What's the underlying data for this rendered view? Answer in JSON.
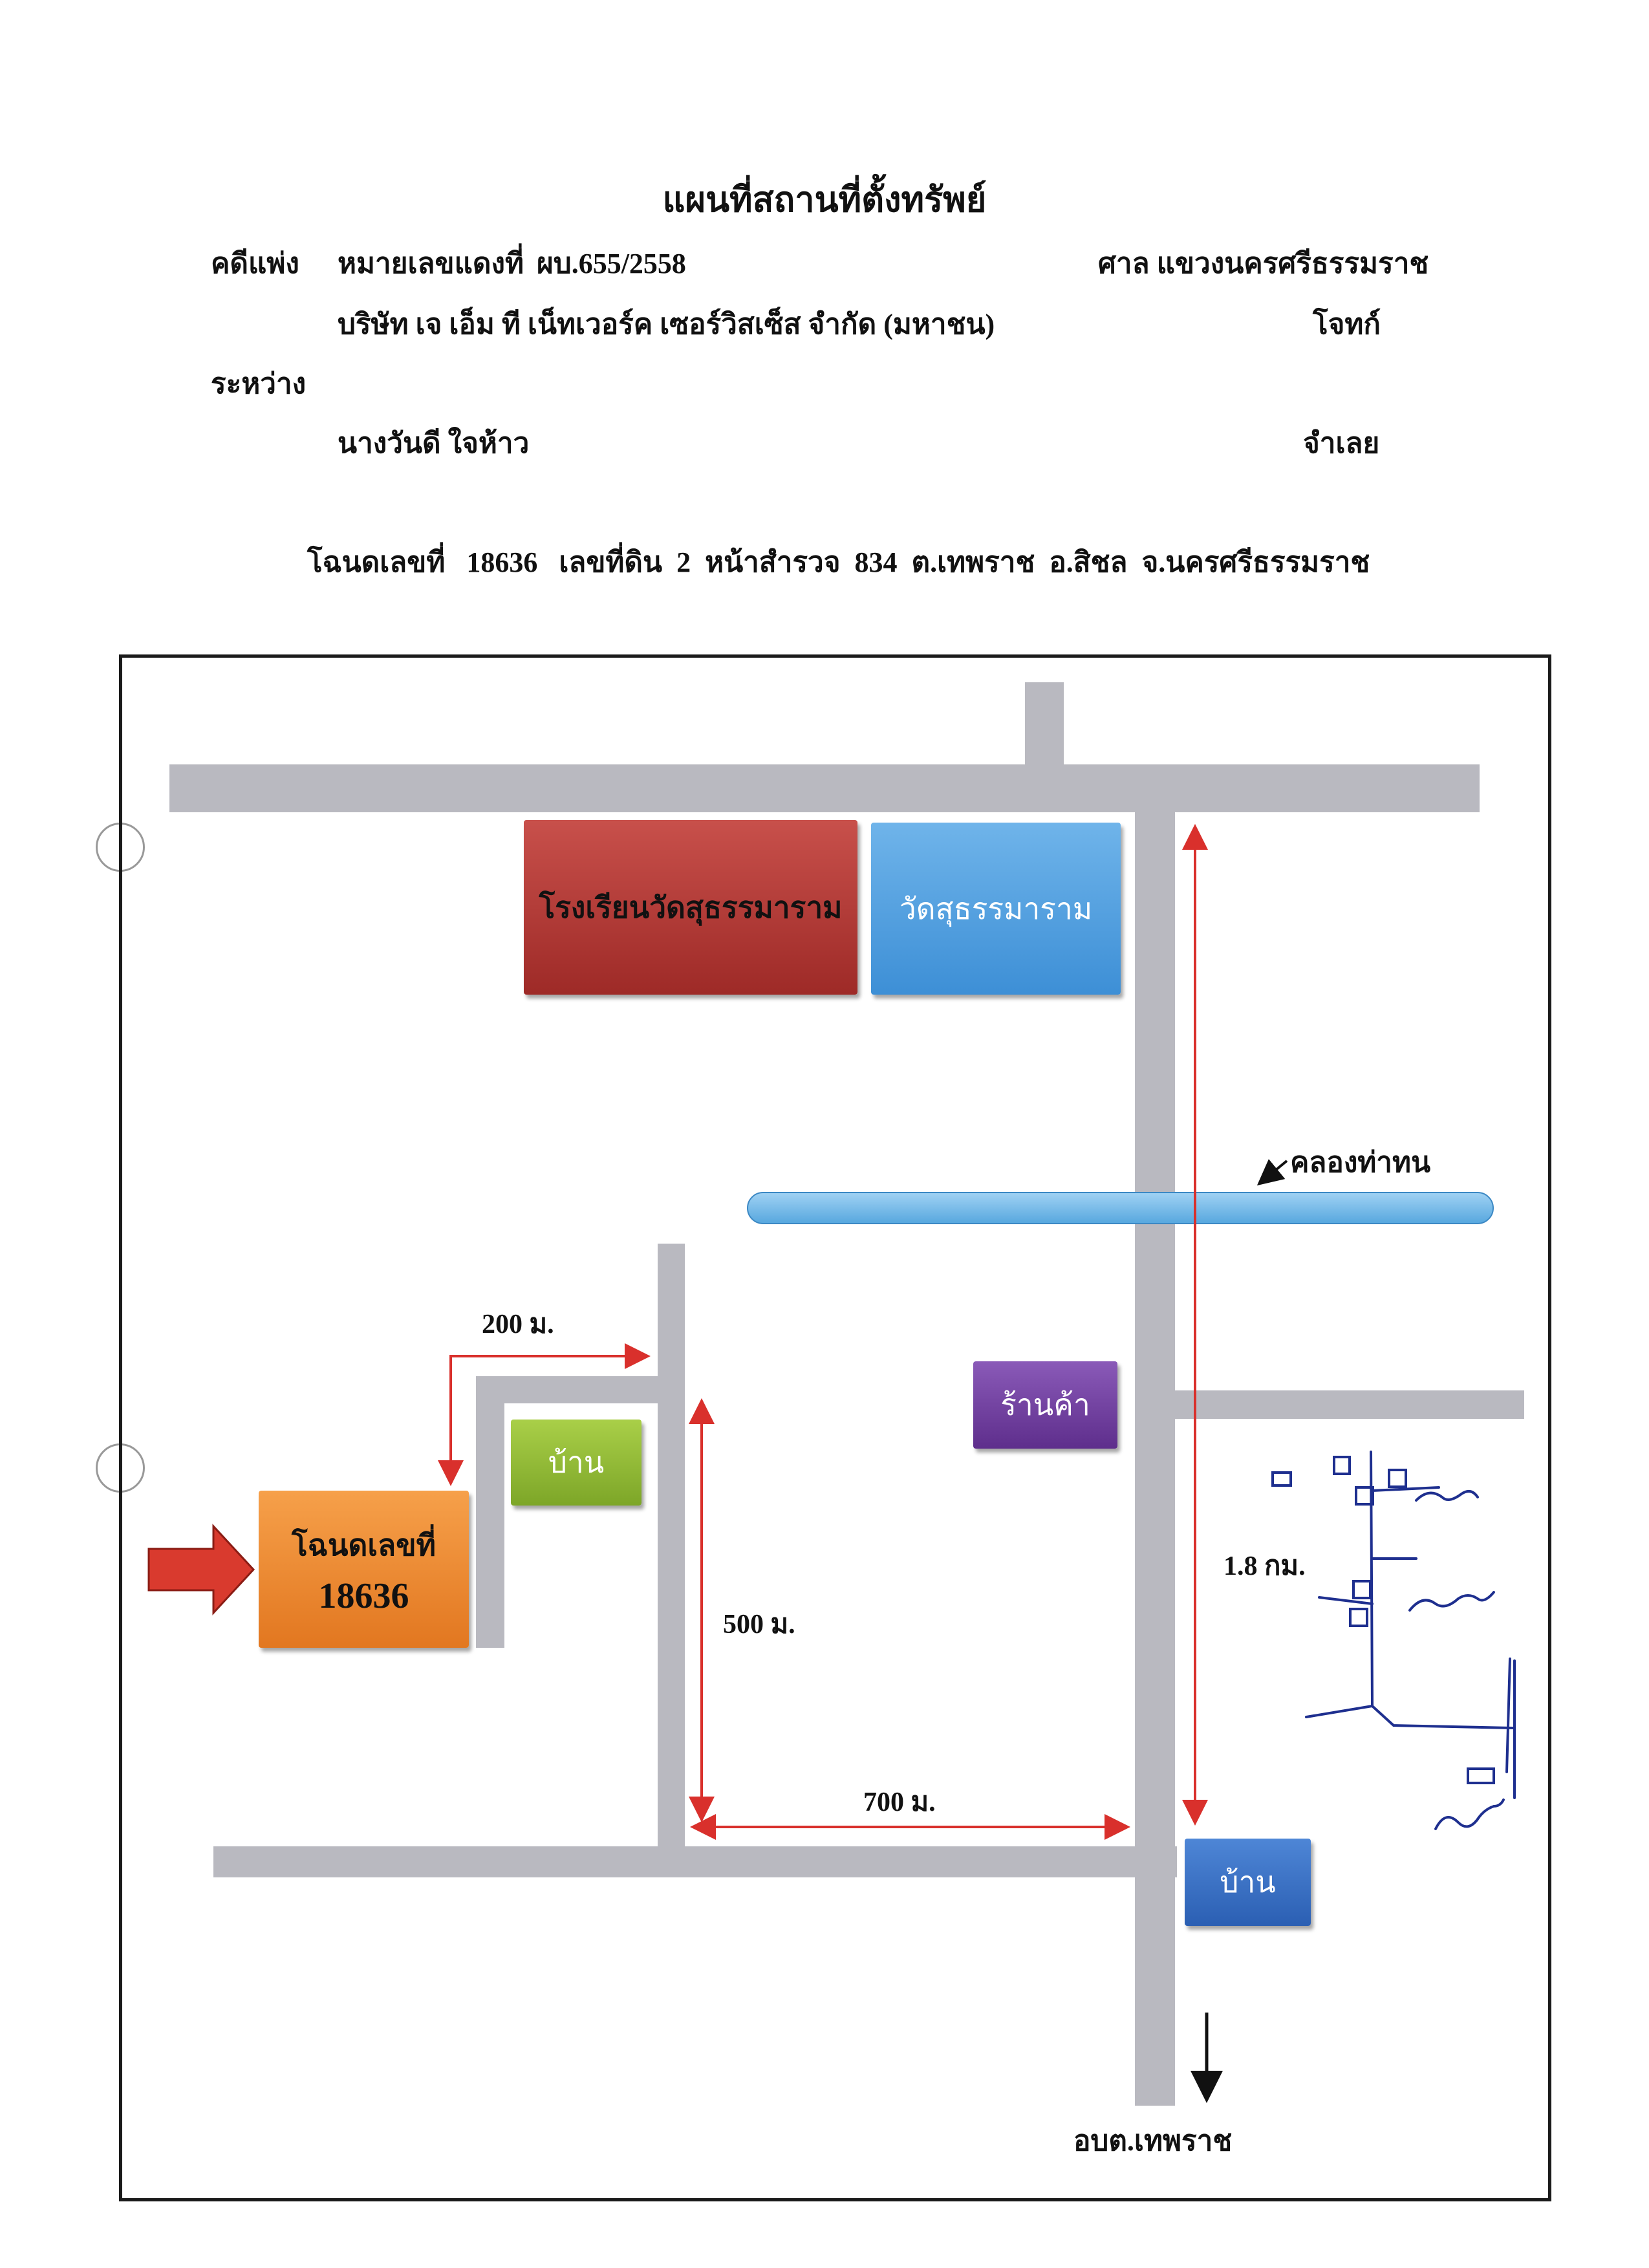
{
  "title": "แผนที่สถานที่ตั้งทรัพย์",
  "case": {
    "case_type": "คดีแพ่ง",
    "case_number_label": "หมายเลขแดงที่",
    "case_number": "ผบ.655/2558",
    "court": "ศาล แขวงนครศรีธรรมราช",
    "plaintiff": "บริษัท เจ เอ็ม ที เน็ทเวอร์ค เซอร์วิสเซ็ส จำกัด (มหาชน)",
    "plaintiff_role": "โจทก์",
    "between": "ระหว่าง",
    "defendant": "นางวันดี ใจห้าว",
    "defendant_role": "จำเลย"
  },
  "deed_line": "โฉนดเลขที่   18636   เลขที่ดิน  2  หน้าสำรวจ  834  ต.เทพราช  อ.สิชล  จ.นครศรีธรรมราช",
  "map": {
    "places": {
      "school": "โรงเรียนวัดสุธรรมาราม",
      "temple": "วัดสุธรรมาราม",
      "canal": "คลองท่าทน",
      "shop": "ร้านค้า",
      "house_1": "บ้าน",
      "house_2": "บ้าน",
      "deed_label": "โฉนดเลขที่",
      "deed_number": "18636",
      "destination": "อบต.เทพราช"
    },
    "distances": {
      "d1": "200 ม.",
      "d2": "500 ม.",
      "d3": "700 ม.",
      "d4": "1.8 กม."
    },
    "colors": {
      "road": "#b9b9c0",
      "arrow": "#d9302c",
      "pen": "#1e2f8f"
    }
  }
}
